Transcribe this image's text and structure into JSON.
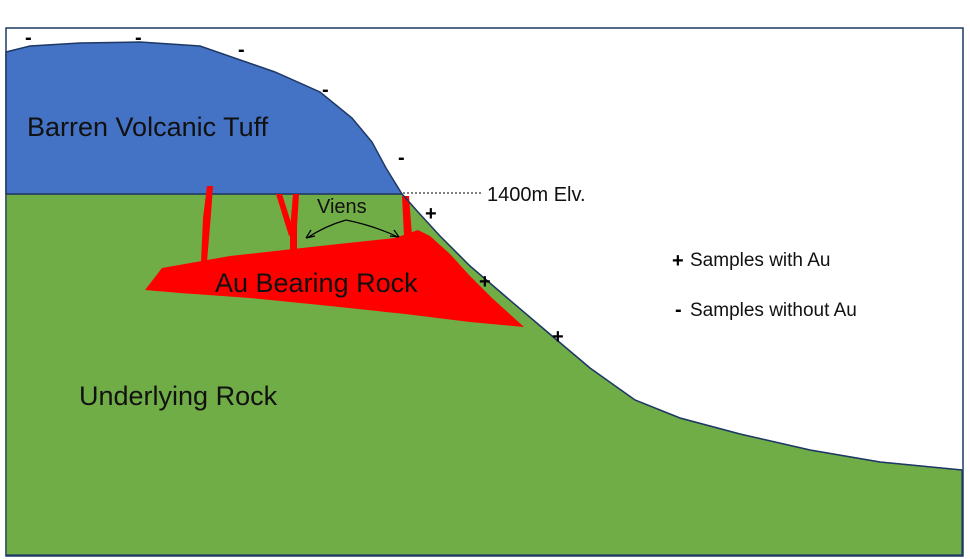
{
  "layers": {
    "volcanic_tuff": "Barren Volcanic Tuff",
    "underlying_rock": "Underlying Rock",
    "ore_body": "Au Bearing Rock"
  },
  "annotations": {
    "veins_label": "Viens",
    "elevation_label": "1400m Elv."
  },
  "sample_markers": {
    "positive": "+",
    "negative": "-"
  },
  "legend": {
    "positive_symbol": "+",
    "positive_label": "Samples with Au",
    "negative_symbol": "-",
    "negative_label": "Samples without Au"
  },
  "colors": {
    "tuff": "#4472c4",
    "underlying": "#70ad47",
    "ore": "#ff0000",
    "outline": "#1f3864"
  }
}
